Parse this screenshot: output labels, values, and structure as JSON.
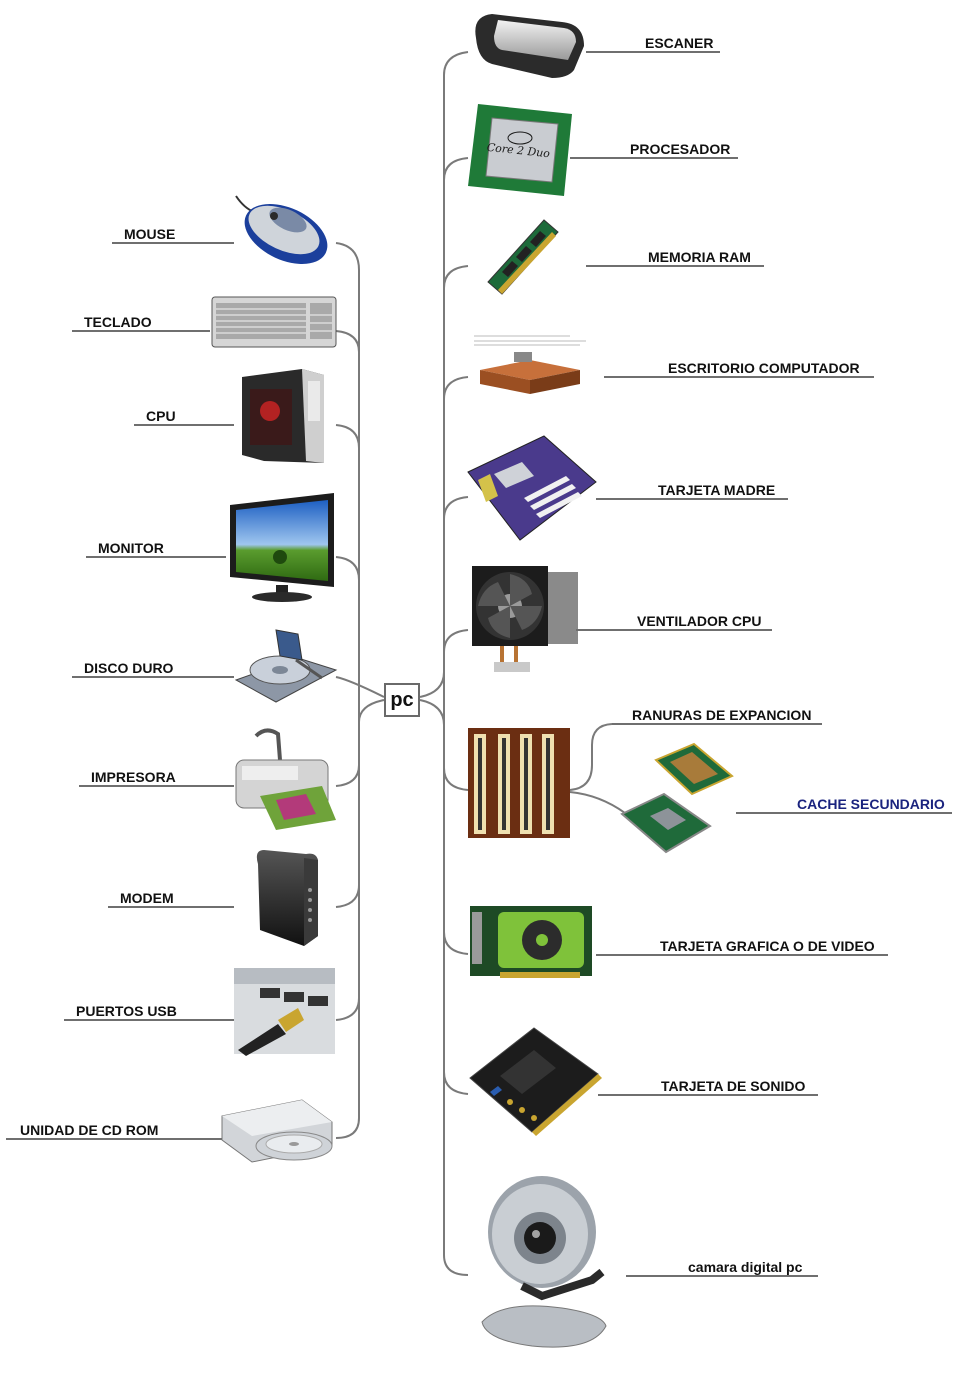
{
  "center": {
    "label": "pc"
  },
  "left_nodes": [
    {
      "id": "mouse",
      "label": "MOUSE",
      "icon": "mouse-icon"
    },
    {
      "id": "teclado",
      "label": "TECLADO",
      "icon": "keyboard-icon"
    },
    {
      "id": "cpu",
      "label": "CPU",
      "icon": "computer-tower-icon"
    },
    {
      "id": "monitor",
      "label": "MONITOR",
      "icon": "monitor-icon"
    },
    {
      "id": "disco",
      "label": "DISCO DURO",
      "icon": "hard-disk-icon"
    },
    {
      "id": "impresora",
      "label": "IMPRESORA",
      "icon": "printer-icon"
    },
    {
      "id": "modem",
      "label": "MODEM",
      "icon": "modem-icon"
    },
    {
      "id": "usb",
      "label": "PUERTOS USB",
      "icon": "usb-ports-icon"
    },
    {
      "id": "cdrom",
      "label": "UNIDAD DE CD ROM",
      "icon": "cd-drive-icon"
    }
  ],
  "right_nodes": [
    {
      "id": "escaner",
      "label": "ESCANER",
      "icon": "scanner-icon"
    },
    {
      "id": "procesador",
      "label": "PROCESADOR",
      "icon": "processor-chip-icon"
    },
    {
      "id": "ram",
      "label": "MEMORIA RAM",
      "icon": "ram-module-icon"
    },
    {
      "id": "escritorio",
      "label": "ESCRITORIO COMPUTADOR",
      "icon": "computer-desk-icon"
    },
    {
      "id": "madre",
      "label": "TARJETA MADRE",
      "icon": "motherboard-icon"
    },
    {
      "id": "ventilador",
      "label": "VENTILADOR CPU",
      "icon": "cpu-fan-icon"
    },
    {
      "id": "ranuras",
      "label": "RANURAS DE EXPANCION",
      "icon": "expansion-slots-icon"
    },
    {
      "id": "grafica",
      "label": "TARJETA GRAFICA O DE VIDEO",
      "icon": "graphics-card-icon"
    },
    {
      "id": "sonido",
      "label": "TARJETA DE SONIDO",
      "icon": "sound-card-icon"
    },
    {
      "id": "camara",
      "label": "camara digital pc",
      "icon": "webcam-icon"
    }
  ],
  "sub_nodes": [
    {
      "id": "cache",
      "label": "CACHE SECUNDARIO",
      "icon": "cache-chip-icon",
      "color": "#1a237e"
    }
  ],
  "colors": {
    "line": "#7a7a7a",
    "underline": "#6f6f6f",
    "text": "#111111",
    "cache_text": "#1a237e"
  }
}
